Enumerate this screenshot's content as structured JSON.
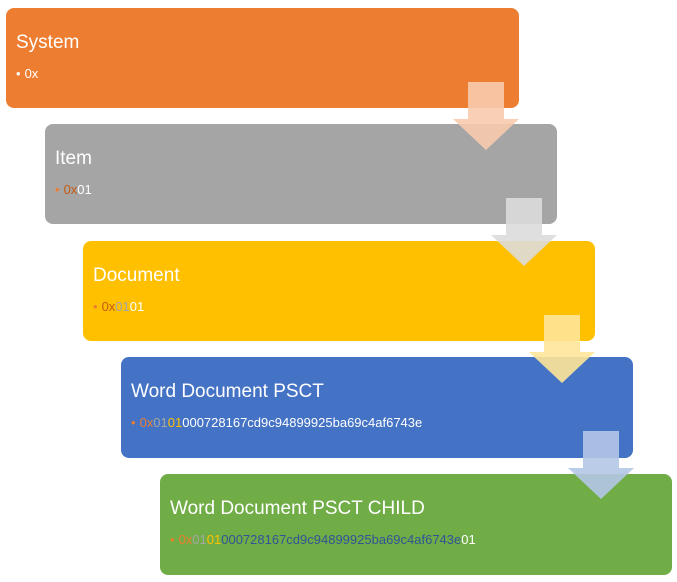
{
  "colors": {
    "system": "#ED7D31",
    "item": "#A5A5A5",
    "document": "#FFC000",
    "word_document_psct": "#4472C4",
    "word_document_psct_child": "#70AD47",
    "arrow_1": "#F8CBAD",
    "arrow_2": "#DBDBDB",
    "arrow_3": "#FFE699",
    "arrow_4": "#B4C7E7",
    "text_white": "#FFFFFF",
    "seg_orange": "#C55A11",
    "seg_orange_light": "#ED7D31",
    "seg_yellow": "#FFC000",
    "seg_gold": "#BF9000",
    "seg_darkblue": "#2F5597"
  },
  "bullet_icon": "•",
  "boxes": [
    {
      "title": "System",
      "segments": [
        {
          "text": "0x",
          "color": "#FFFFFF"
        }
      ]
    },
    {
      "title": "Item",
      "segments": [
        {
          "text": "0x",
          "color": "#C55A11"
        },
        {
          "text": "01",
          "color": "#FFFFFF"
        }
      ]
    },
    {
      "title": "Document",
      "segments": [
        {
          "text": "0x",
          "color": "#C55A11"
        },
        {
          "text": "01",
          "color": "#A5A5A5"
        },
        {
          "text": "01",
          "color": "#FFFFFF"
        }
      ]
    },
    {
      "title": "Word Document PSCT",
      "segments": [
        {
          "text": "0x",
          "color": "#ED7D31"
        },
        {
          "text": "01",
          "color": "#A5A5A5"
        },
        {
          "text": "01",
          "color": "#FFC000"
        },
        {
          "text": "000728167cd9c94899925ba69c4af6743e",
          "color": "#FFFFFF"
        }
      ]
    },
    {
      "title": "Word Document PSCT CHILD",
      "segments": [
        {
          "text": "0x",
          "color": "#ED7D31"
        },
        {
          "text": "01",
          "color": "#A5A5A5"
        },
        {
          "text": "01",
          "color": "#FFC000"
        },
        {
          "text": "000728167cd9c94899925ba69c4af6743e",
          "color": "#2F5597"
        },
        {
          "text": "01",
          "color": "#FFFFFF"
        }
      ]
    }
  ]
}
